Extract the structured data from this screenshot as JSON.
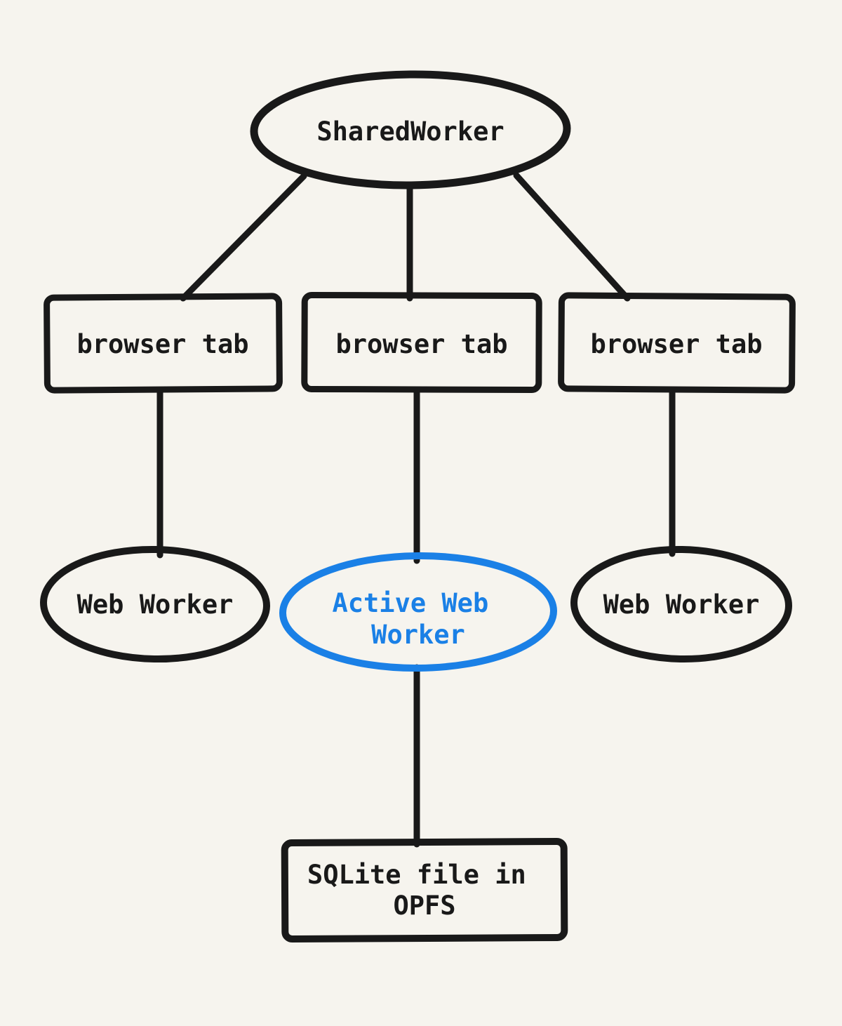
{
  "colors": {
    "background": "#f6f4ee",
    "ink": "#191919",
    "accent": "#1a80e6"
  },
  "nodes": {
    "shared_worker": {
      "label": "SharedWorker"
    },
    "tab_left": {
      "label": "browser tab"
    },
    "tab_center": {
      "label": "browser tab"
    },
    "tab_right": {
      "label": "browser tab"
    },
    "worker_left": {
      "label": "Web Worker"
    },
    "active_worker": {
      "label_line1": "Active Web",
      "label_line2": "Worker"
    },
    "worker_right": {
      "label": "Web Worker"
    },
    "sqlite_file": {
      "label_line1": "SQLite file in",
      "label_line2": "OPFS"
    }
  }
}
